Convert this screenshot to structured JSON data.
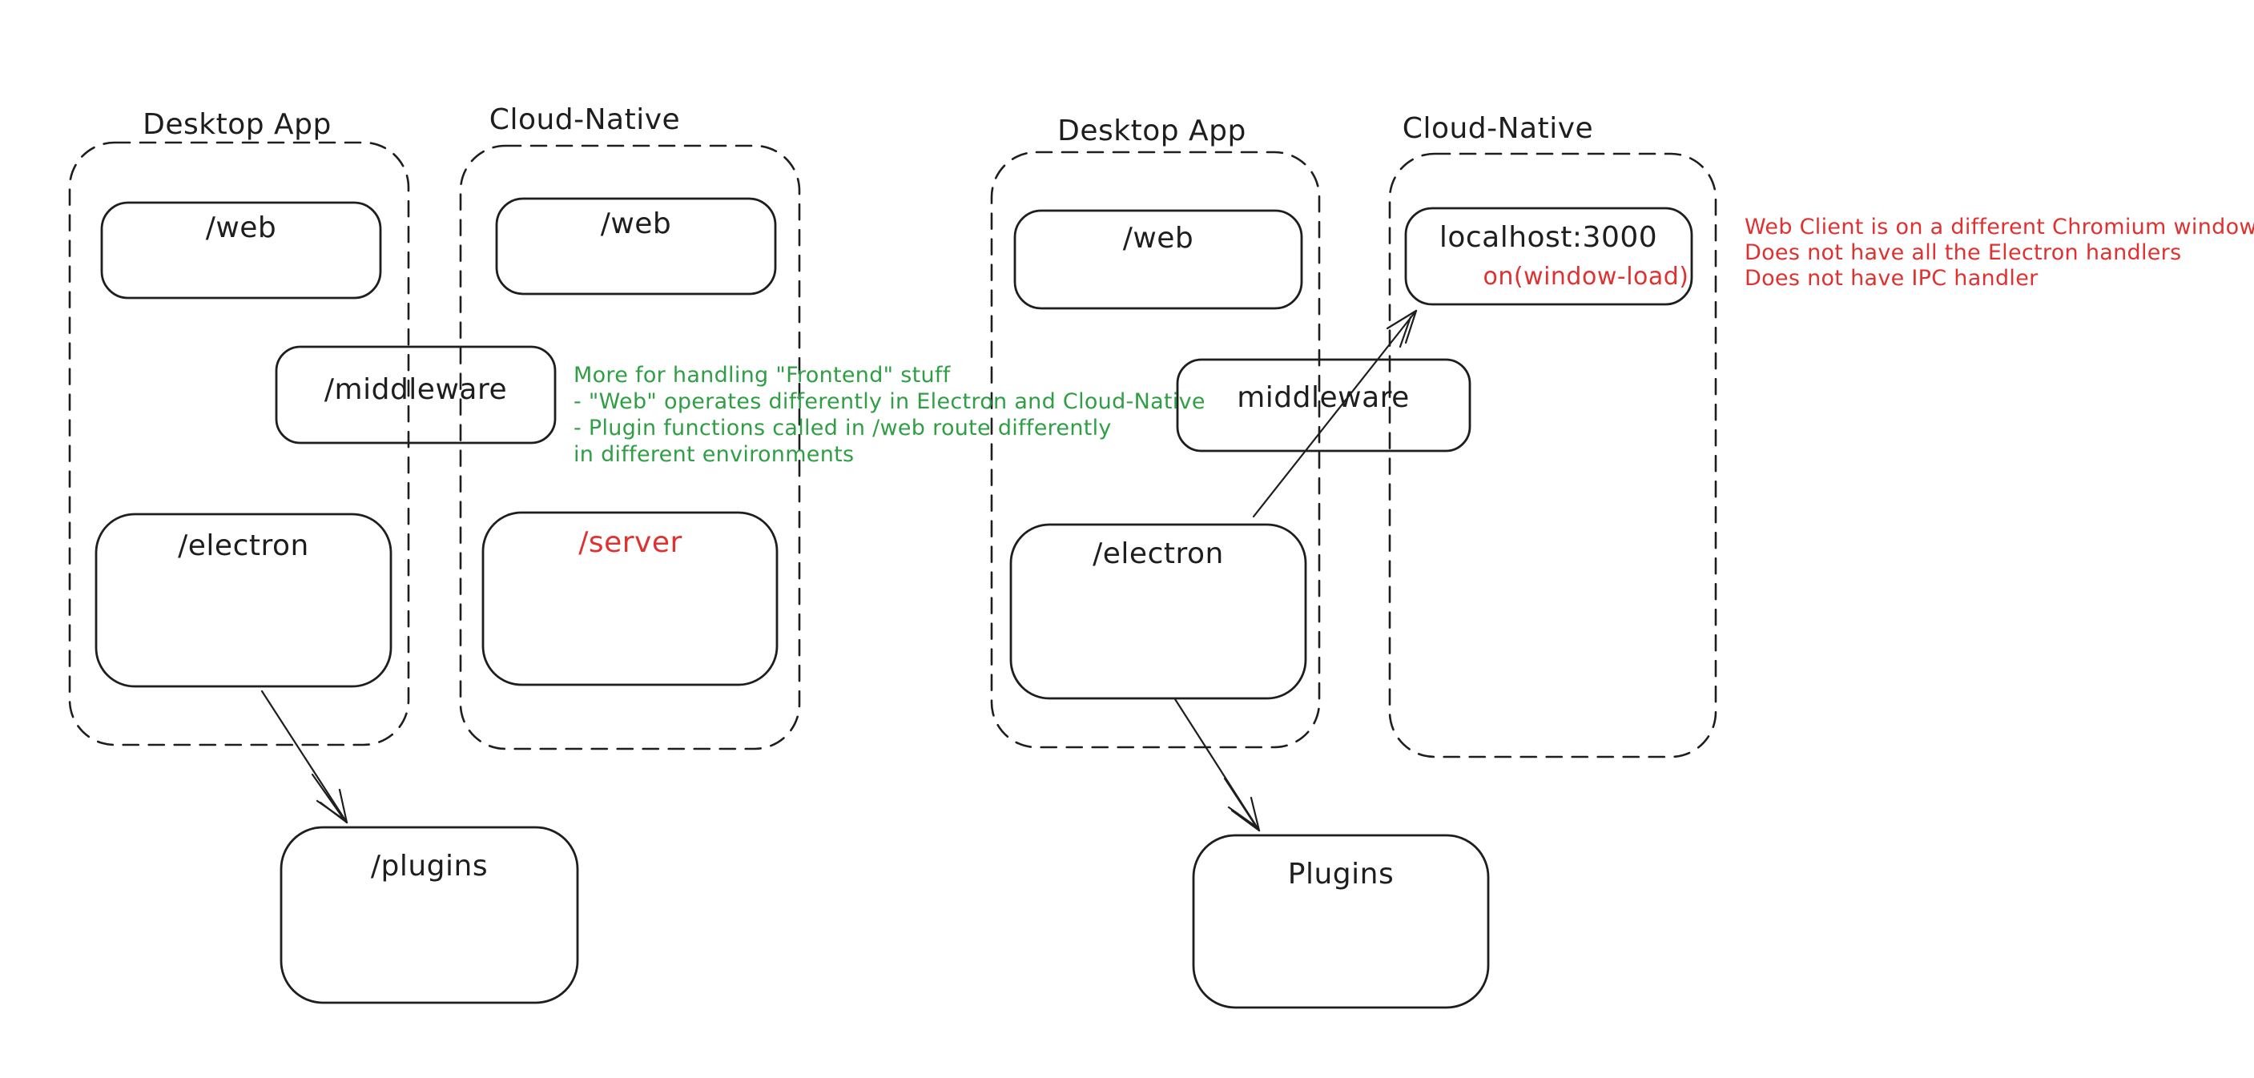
{
  "colors": {
    "stroke": "#1e1e1e",
    "red": "#e03131",
    "green": "#2f9e44",
    "canvas": "#ffffff"
  },
  "left": {
    "desktop": {
      "title": "Desktop App",
      "web": "/web",
      "electron": "/electron"
    },
    "cloud": {
      "title": "Cloud-Native",
      "web": "/web",
      "server": "/server"
    },
    "middleware": "/middleware",
    "plugins": "/plugins",
    "note": {
      "lines": [
        "More for handling \"Frontend\" stuff",
        "- \"Web\" operates differently in Electron and Cloud-Native",
        "- Plugin functions called in /web route differently",
        "in different environments"
      ]
    }
  },
  "right": {
    "desktop": {
      "title": "Desktop App",
      "web": "/web",
      "electron": "/electron"
    },
    "cloud": {
      "title": "Cloud-Native",
      "localhost": "localhost:3000",
      "window_load": "on(window-load)"
    },
    "middleware": "middleware",
    "plugins": "Plugins",
    "note": {
      "lines": [
        "Web Client is on a different Chromium window",
        "Does not have all the Electron handlers",
        "Does not have IPC handler"
      ]
    }
  }
}
